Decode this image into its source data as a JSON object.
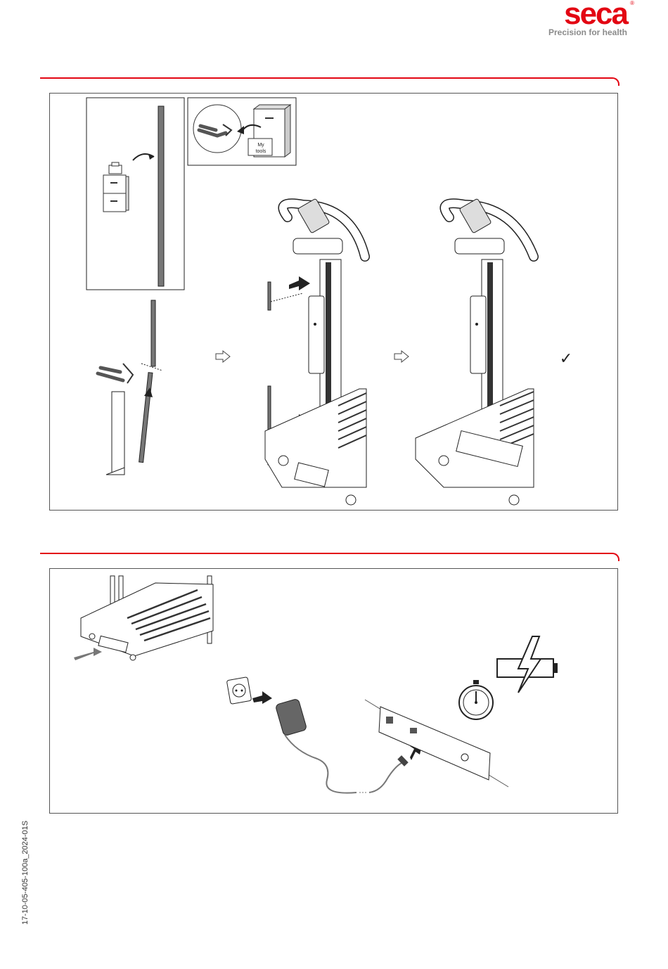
{
  "header": {
    "brand": "seca",
    "registered": "®",
    "tagline": "Precision for health",
    "brand_color": "#e30613"
  },
  "panel_install": {
    "storage_tag_line1": "My",
    "storage_tag_line2": "tools",
    "step_arrow_icon": "outline-arrow-right-icon",
    "done_mark": "✓"
  },
  "panel_charge": {
    "plug_icon": "wall-socket-icon",
    "battery_icon": "battery-charging-icon",
    "timer_icon": "stopwatch-icon"
  },
  "footer": {
    "document_number": "17-10-05-405-100a_2024-01S"
  }
}
